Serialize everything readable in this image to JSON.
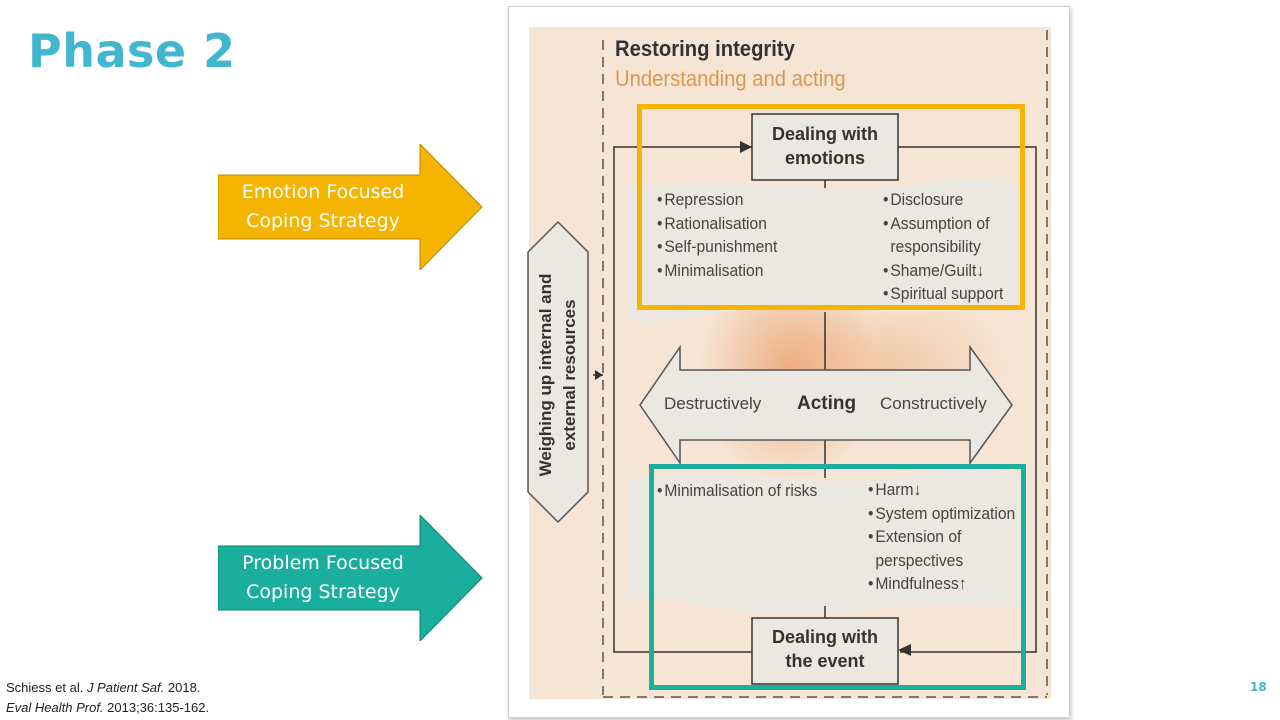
{
  "slide": {
    "title": "Phase 2",
    "page_number": "18"
  },
  "arrows": {
    "emotion": {
      "line1": "Emotion Focused",
      "line2": "Coping Strategy",
      "color": "#f5b400"
    },
    "problem": {
      "line1": "Problem Focused",
      "line2": "Coping Strategy",
      "color": "#1aaf9c"
    }
  },
  "figure": {
    "title": "Restoring integrity",
    "subtitle": "Understanding and acting",
    "side_label_line1": "Weighing up internal and",
    "side_label_line2": "external resources",
    "emotions_box": {
      "line1": "Dealing with",
      "line2": "emotions"
    },
    "event_box": {
      "line1": "Dealing with",
      "line2": "the event"
    },
    "emotions_left": [
      "Repression",
      "Rationalisation",
      "Self-punishment",
      "Minimalisation"
    ],
    "emotions_right": [
      "Disclosure",
      "Assumption of",
      "responsibility",
      "Shame/Guilt↓",
      "Spiritual support"
    ],
    "acting": {
      "left": "Destructively",
      "center": "Acting",
      "right": "Constructively"
    },
    "event_left": [
      "Minimalisation of risks"
    ],
    "event_right": [
      "Harm↓",
      "System optimization",
      "Extension of",
      "perspectives",
      "Mindfulness↑"
    ]
  },
  "citation": {
    "line1_authors": "Schiess et al. ",
    "line1_journal": "J Patient Saf.",
    "line1_year": " 2018.",
    "line2_journal": "Eval Health Prof.",
    "line2_ref": " 2013;36:135-162."
  },
  "colors": {
    "title": "#41b6cf",
    "emotion_highlight": "#f5b400",
    "problem_highlight": "#1aaf9c"
  }
}
